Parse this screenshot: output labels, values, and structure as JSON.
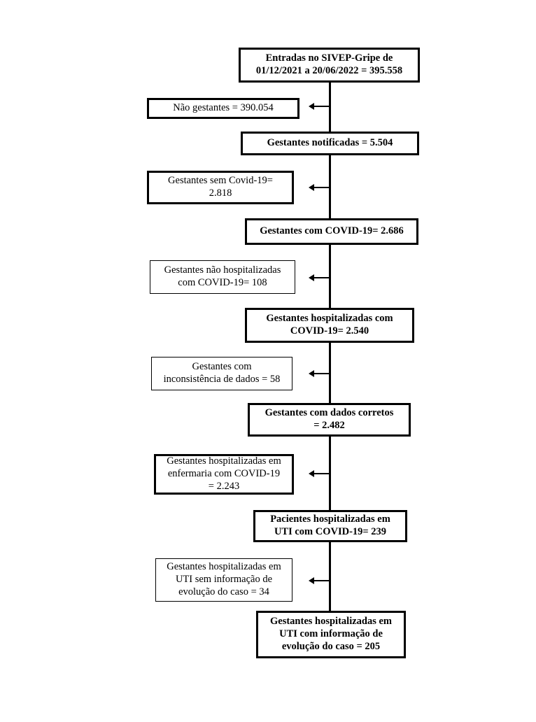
{
  "flowchart": {
    "main_steps": [
      {
        "id": "entradas",
        "text": "Entradas no SIVEP-Gripe de\n01/12/2021 a 20/06/2022 = 395.558"
      },
      {
        "id": "notificadas",
        "text": "Gestantes notificadas = 5.504"
      },
      {
        "id": "com-covid",
        "text": "Gestantes com COVID-19= 2.686"
      },
      {
        "id": "hospitalizadas",
        "text": "Gestantes hospitalizadas com\nCOVID-19= 2.540"
      },
      {
        "id": "dados-corretos",
        "text": "Gestantes com dados corretos\n= 2.482"
      },
      {
        "id": "uti",
        "text": "Pacientes hospitalizadas em\nUTI com COVID-19= 239"
      },
      {
        "id": "uti-com-info",
        "text": "Gestantes hospitalizadas em\nUTI com informação de\nevolução do caso = 205"
      }
    ],
    "exclusions": [
      {
        "id": "nao-gestantes",
        "text": "Não gestantes = 390.054"
      },
      {
        "id": "sem-covid",
        "text": "Gestantes sem Covid-19=\n2.818"
      },
      {
        "id": "nao-hospitalizadas",
        "text": "Gestantes não hospitalizadas\ncom COVID-19= 108"
      },
      {
        "id": "inconsistencia",
        "text": "Gestantes com\ninconsistência de dados = 58"
      },
      {
        "id": "enfermaria",
        "text": "Gestantes hospitalizadas em\nenfermaria com COVID-19\n= 2.243"
      },
      {
        "id": "uti-sem-info",
        "text": "Gestantes hospitalizadas em\nUTI sem informação de\nevolução do caso = 34"
      }
    ]
  }
}
